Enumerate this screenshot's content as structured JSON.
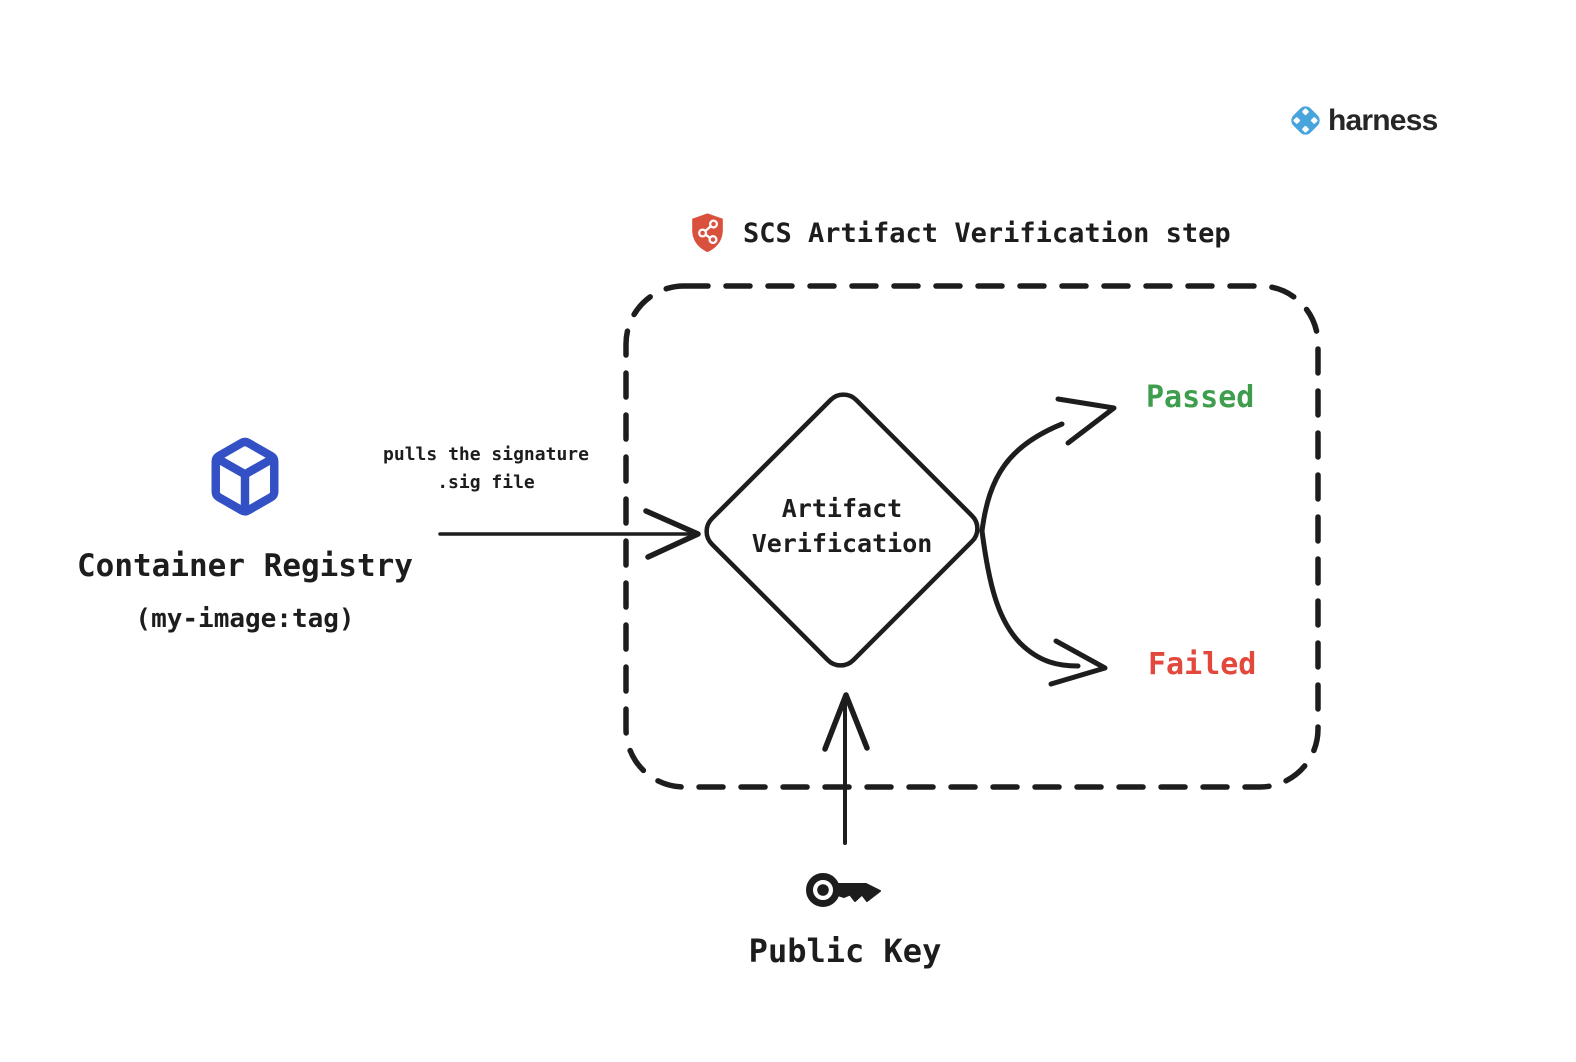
{
  "brand": {
    "name": "harness",
    "icon": "harness-logo-icon",
    "icon_color": "#47a4dc",
    "text_color": "#262626"
  },
  "title": {
    "text": "SCS Artifact Verification step",
    "icon": "shield-graph-icon",
    "icon_color": "#d9503c"
  },
  "source": {
    "label": "Container Registry",
    "sublabel": "(my-image:tag)",
    "icon": "cube-icon",
    "icon_color": "#3351c5"
  },
  "flow": {
    "edge_label": {
      "line1": "pulls the signature",
      "line2": ".sig file"
    },
    "decision": {
      "line1": "Artifact",
      "line2": "Verification"
    },
    "outcomes": [
      {
        "label": "Passed",
        "color": "#3f9e4d"
      },
      {
        "label": "Failed",
        "color": "#e2493c"
      }
    ],
    "input": {
      "label": "Public Key",
      "icon": "key-icon"
    }
  },
  "colors": {
    "stroke": "#1d1d1d",
    "background": "#ffffff"
  }
}
